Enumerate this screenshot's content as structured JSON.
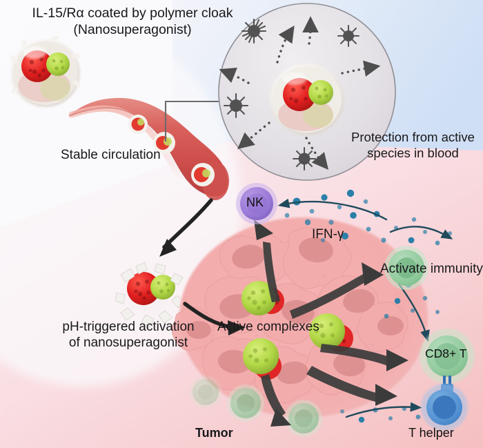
{
  "figure": {
    "title_top_left": "IL-15/Rα coated by polymer cloak\n(Nanosuperagonist)",
    "labels": {
      "stable_circulation": "Stable circulation",
      "protection": "Protection from active\nspecies in blood",
      "ph_activation": "pH-triggered activation\nof nanosuperagonist",
      "active_complexes": "Active complexes",
      "tumor": "Tumor",
      "ifn_gamma": "IFN-γ",
      "activate_immunity": "Activate immunity",
      "nk": "NK",
      "cd8t": "CD8+ T",
      "t_helper": "T helper"
    },
    "colors": {
      "bg_blue": "#d6e3f5",
      "bg_pink_light": "#f8e8ee",
      "bg_pink_strong": "#f6c3c3",
      "vessel_red": "#d9534f",
      "vessel_light": "#ef8e86",
      "nano_red": "#e02020",
      "nano_green": "#b5d94a",
      "cloak_white": "#f2f0ec",
      "tumor_pink": "#f2a8a8",
      "tumor_nucleus": "#d98a8a",
      "nk_purple": "#9b7fd4",
      "nk_halo": "#cdb6ec",
      "immune_green": "#7fc08c",
      "immune_green_light": "#a8d6b0",
      "thelper_blue": "#4f8fd0",
      "thelper_core": "#2f6fb5",
      "ifn_dot": "#2b7fa8",
      "arrow_dark": "#2e2e2e",
      "spike_grey": "#4a4a4a",
      "inset_ring": "#8a8a8a",
      "leader_grey": "#6b6b6b"
    },
    "inset": {
      "caption": "Protection from active species in blood",
      "arrow_count": 5,
      "spike_particle_count": 5
    },
    "vessel": {
      "nanoparticles_inside": 3
    },
    "tumor_region": {
      "complex_count": 3,
      "resident_cell_count": 3
    }
  }
}
